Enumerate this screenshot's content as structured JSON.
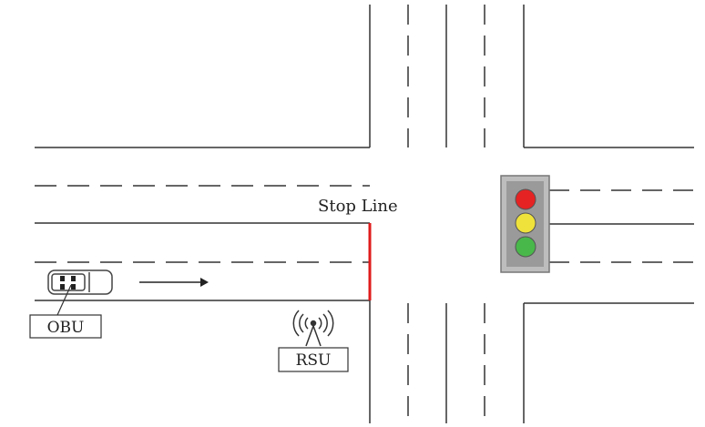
{
  "diagram": {
    "labels": {
      "stop_line": "Stop Line",
      "obu": "OBU",
      "rsu": "RSU"
    },
    "traffic_light": {
      "lamps": [
        "red",
        "yellow",
        "green"
      ]
    },
    "colors": {
      "stop_line": "#e01b1b",
      "lamp_red": "#e52323",
      "lamp_yellow": "#efe23a",
      "lamp_green": "#49b84a",
      "light_housing": "#9a9a9a",
      "road_lines": "#333333"
    },
    "icons": [
      "car-icon",
      "antenna-icon",
      "direction-arrow-icon"
    ]
  }
}
